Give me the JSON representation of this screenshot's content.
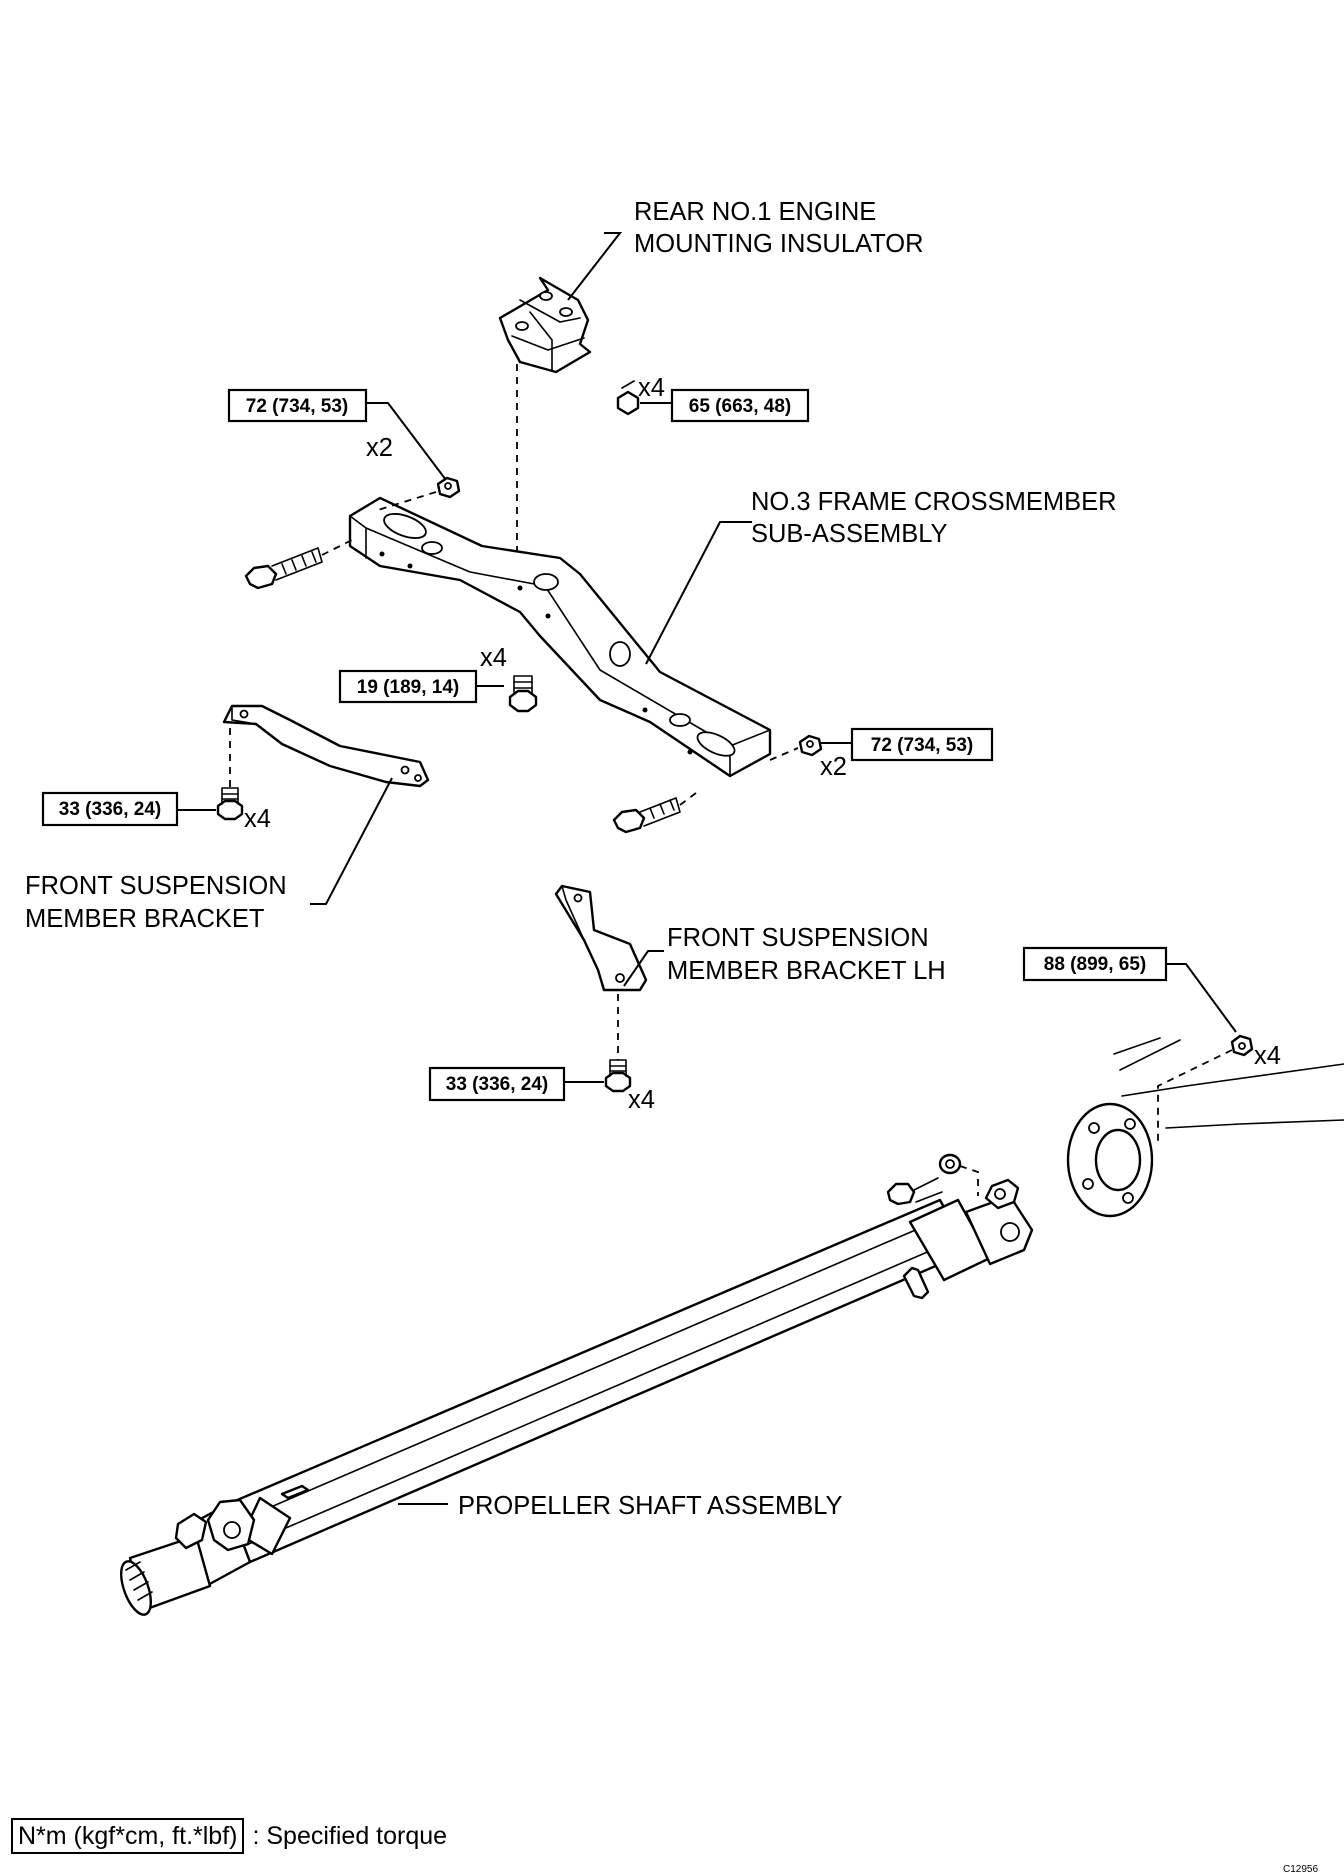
{
  "labels": {
    "insulator_line1": "REAR NO.1 ENGINE",
    "insulator_line2": "MOUNTING INSULATOR",
    "crossmember_line1": "NO.3 FRAME CROSSMEMBER",
    "crossmember_line2": "SUB-ASSEMBLY",
    "front_bracket_line1": "FRONT SUSPENSION",
    "front_bracket_line2": "MEMBER BRACKET",
    "bracket_lh_line1": "FRONT SUSPENSION",
    "bracket_lh_line2": "MEMBER BRACKET LH",
    "propeller": "PROPELLER SHAFT ASSEMBLY"
  },
  "torques": {
    "crossmember_nut_left": "72 (734, 53)",
    "insulator_bolt": "65 (663, 48)",
    "crossmember_bolt": "19 (189, 14)",
    "crossmember_nut_right": "72 (734, 53)",
    "bracket_bolt": "33 (336, 24)",
    "bracket_lh_bolt": "33 (336, 24)",
    "flange_nut": "88 (899, 65)"
  },
  "quantities": {
    "insulator_bolt": "x4",
    "crossmember_nut_left": "x2",
    "crossmember_bolt": "x4",
    "crossmember_nut_right": "x2",
    "bracket_bolt": "x4",
    "bracket_lh_bolt": "x4",
    "flange_nut": "x4"
  },
  "legend": {
    "unit_box": "N*m (kgf*cm, ft.*lbf)",
    "description": ": Specified torque"
  },
  "figure_code": "C12956"
}
